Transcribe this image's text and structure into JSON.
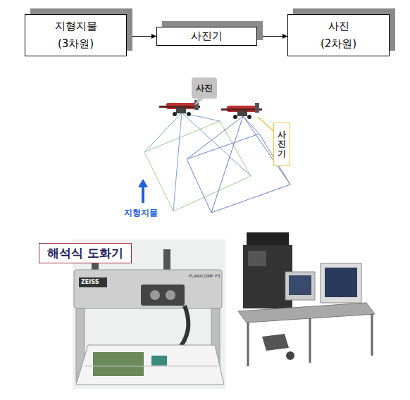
{
  "diagram": {
    "nodes": [
      {
        "text": [
          "지형지물",
          "(3차원)"
        ]
      },
      {
        "text": [
          "사진기"
        ]
      },
      {
        "text": [
          "사진",
          "(2차원)"
        ]
      },
      {
        "text": [
          "사진"
        ]
      },
      {
        "text": [
          "사진기"
        ]
      },
      {
        "text": [
          "해석식 도화기"
        ]
      }
    ],
    "edges": [
      {
        "from": 0,
        "to": 1,
        "arrow": "to"
      },
      {
        "from": 1,
        "to": 2,
        "arrow": "to"
      }
    ],
    "labels": [
      "지형지물",
      "ZEISS",
      "PLANICOMP P3"
    ]
  }
}
